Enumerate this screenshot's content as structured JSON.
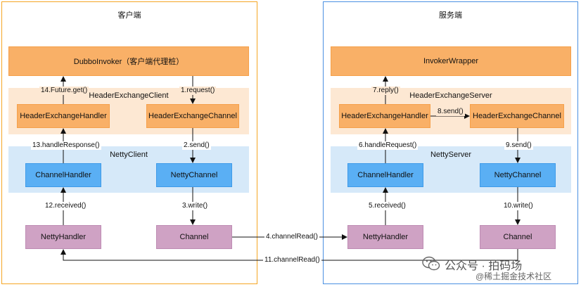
{
  "client": {
    "title": "客户端",
    "invoker": "DubboInvoker（客户端代理桩）",
    "exchange_client": "HeaderExchangeClient",
    "exchange_handler": "HeaderExchangeHandler",
    "exchange_channel": "HeaderExchangeChannel",
    "netty_client": "NettyClient",
    "channel_handler": "ChannelHandler",
    "netty_channel": "NettyChannel",
    "netty_handler": "NettyHandler",
    "channel": "Channel"
  },
  "server": {
    "title": "服务端",
    "invoker": "InvokerWrapper",
    "exchange_server": "HeaderExchangeServer",
    "exchange_handler": "HeaderExchangeHandler",
    "exchange_channel": "HeaderExchangeChannel",
    "netty_server": "NettyServer",
    "channel_handler": "ChannelHandler",
    "netty_channel": "NettyChannel",
    "netty_handler": "NettyHandler",
    "channel": "Channel"
  },
  "steps": {
    "s1": "1.request()",
    "s2": "2.send()",
    "s3": "3.write()",
    "s4": "4.channelRead()",
    "s5": "5.received()",
    "s6": "6.handleRequest()",
    "s7": "7.reply()",
    "s8": "8.send()",
    "s9": "9.send()",
    "s10": "10.write()",
    "s11": "11.channelRead()",
    "s12": "12.received()",
    "s13": "13.handleResponse()",
    "s14": "14.Future.get()"
  },
  "watermark": {
    "main": "公众号 · 拍码场",
    "sub": "@稀土掘金技术社区"
  },
  "colors": {
    "client_border": "#f5a623",
    "server_border": "#4a90e2",
    "orange_box": "#f9b067",
    "peach_band": "#fde8d3",
    "blue_band": "#d6e9f9",
    "blue_box": "#5aaff4",
    "purple_box": "#cfa2c4"
  }
}
